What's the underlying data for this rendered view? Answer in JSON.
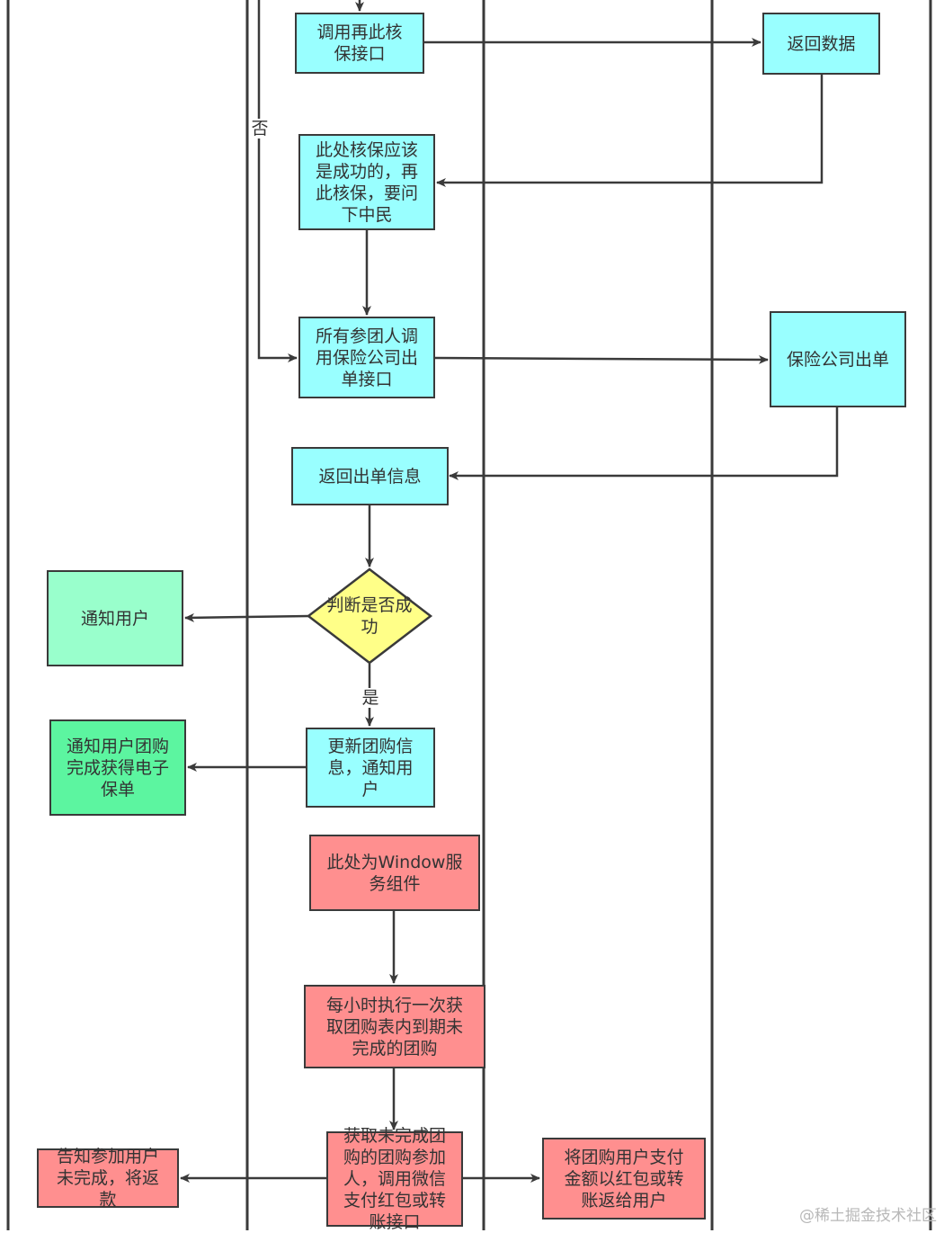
{
  "colors": {
    "cyan": "#99ffff",
    "green_light": "#99ffcc",
    "green": "#5cf5a0",
    "red": "#ff8f8f",
    "yellow": "#ffff88",
    "line": "#3a3a3a"
  },
  "nodes": {
    "call_again": "调用再此核\n保接口",
    "return_data": "返回数据",
    "should_success": "此处核保应该\n是成功的，再\n此核保，要问\n下中民",
    "all_members": "所有参团人调\n用保险公司出\n单接口",
    "insurer_issue": "保险公司出单",
    "return_issue_info": "返回出单信息",
    "judge_success": "判断是否成\n功",
    "notify_user": "通知用户",
    "notify_group_done": "通知用户团购\n完成获得电子\n保单",
    "update_group": "更新团购信\n息，通知用\n户",
    "window_service": "此处为Window服\n务组件",
    "hourly_job": "每小时执行一次获\n取团购表内到期未\n完成的团购",
    "get_incomplete": "获取未完成团\n购的团购参加\n人，调用微信\n支付红包或转\n账接口",
    "tell_incomplete": "告知参加用户\n未完成，将返\n款",
    "refund": "将团购用户支付\n金额以红包或转\n账返给用户"
  },
  "edge_labels": {
    "no": "否",
    "yes": "是"
  },
  "watermark": "@稀土掘金技术社区"
}
